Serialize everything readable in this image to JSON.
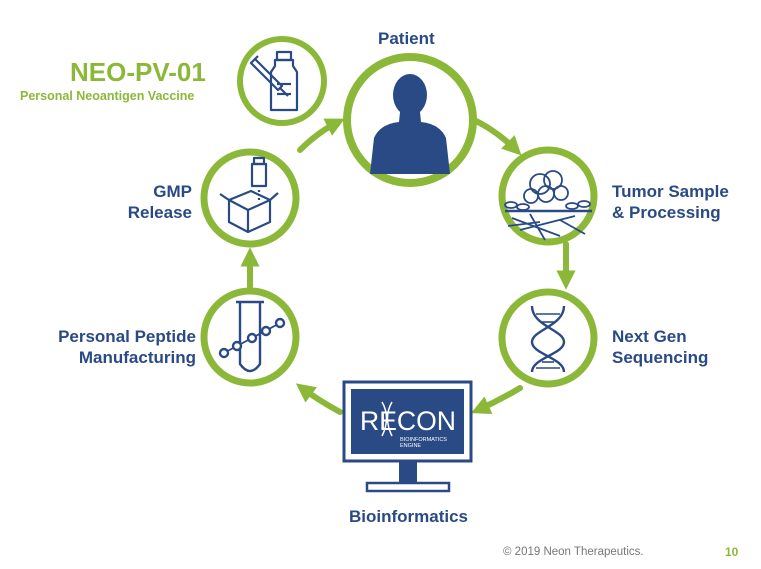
{
  "vaccine": {
    "name": "NEO-PV-01",
    "description": "Personal Neoantigen Vaccine"
  },
  "steps": {
    "patient": "Patient",
    "tumor": [
      "Tumor Sample",
      "& Processing"
    ],
    "sequencing": [
      "Next Gen",
      "Sequencing"
    ],
    "bioinformatics": "Bioinformatics",
    "peptide": [
      "Personal Peptide",
      "Manufacturing"
    ],
    "gmp": [
      "GMP",
      "Release"
    ]
  },
  "recon": {
    "logo": "RECON",
    "tagline": [
      "BIOINFORMATICS",
      "ENGINE"
    ]
  },
  "footer": {
    "copyright": "© 2019 Neon Therapeutics.",
    "page": "10"
  },
  "colors": {
    "green": "#8cb83a",
    "navy": "#2a4a85"
  },
  "icons": [
    "vaccine-vial-icon",
    "patient-silhouette-icon",
    "tumor-cells-icon",
    "dna-helix-icon",
    "monitor-icon",
    "test-tube-peptide-icon",
    "box-vial-icon"
  ]
}
